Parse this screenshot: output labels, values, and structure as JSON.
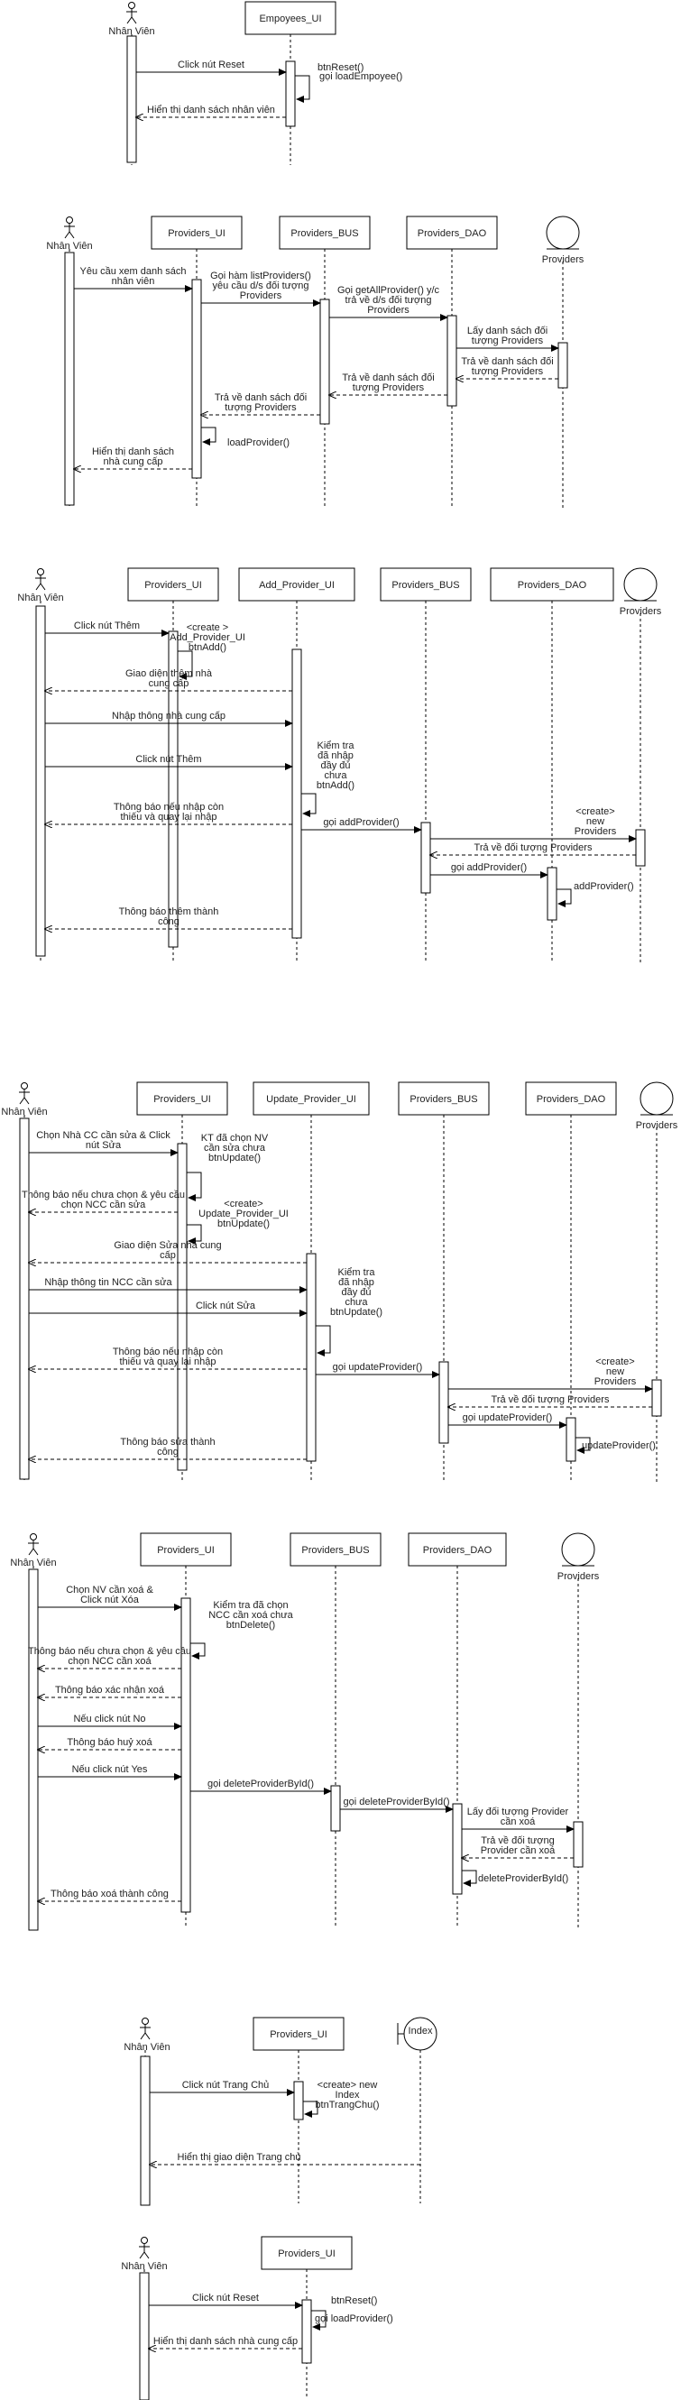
{
  "diagrams": [
    {
      "actors": [
        {
          "key": "nv",
          "label": "Nhân Viên"
        },
        {
          "key": "ui",
          "label": "Empoyees_UI"
        }
      ],
      "messages": [
        {
          "label": "Click nút Reset"
        },
        {
          "label": "btnReset()"
        },
        {
          "label": "gọi loadEmpoyee()"
        },
        {
          "label": "Hiển thị danh sách nhân viên"
        }
      ]
    },
    {
      "actors": [
        {
          "key": "nv",
          "label": "Nhân Viên"
        },
        {
          "key": "ui",
          "label": "Providers_UI"
        },
        {
          "key": "bus",
          "label": "Providers_BUS"
        },
        {
          "key": "dao",
          "label": "Providers_DAO"
        },
        {
          "key": "ent",
          "label": "Providers"
        }
      ],
      "messages": [
        {
          "label": "Yêu cầu xem danh sách nhân viên"
        },
        {
          "label": "Gọi hàm listProviders() yêu cầu d/s đối tượng Providers"
        },
        {
          "label": "Gọi  getAllProvider() y/c trả về d/s đối tượng Providers"
        },
        {
          "label": "Lấy danh sách đối tượng Providers"
        },
        {
          "label": "Trả về danh sách đối tượng Providers"
        },
        {
          "label": "Trả về danh sách đối tượng Providers"
        },
        {
          "label": "Trả về danh sách đối tượng Providers"
        },
        {
          "label": "loadProvider()"
        },
        {
          "label": "Hiển thị danh sách nhà cung cấp"
        }
      ]
    },
    {
      "actors": [
        {
          "key": "nv",
          "label": "Nhân Viên"
        },
        {
          "key": "ui",
          "label": "Providers_UI"
        },
        {
          "key": "add",
          "label": "Add_Provider_UI"
        },
        {
          "key": "bus",
          "label": "Providers_BUS"
        },
        {
          "key": "dao",
          "label": "Providers_DAO"
        },
        {
          "key": "ent",
          "label": "Providers"
        }
      ],
      "messages": [
        {
          "label": "Click nút Thêm"
        },
        {
          "label": "<create > Add_Provider_UI btnAdd()"
        },
        {
          "label": "Giao diện thêm nhà cung cấp"
        },
        {
          "label": "Nhập thông nhà cung cấp"
        },
        {
          "label": "Click nút Thêm"
        },
        {
          "label": "Kiểm tra đã nhập đầy đủ chưa btnAdd()"
        },
        {
          "label": "Thông báo nếu nhập còn thiếu và quay lại nhập"
        },
        {
          "label": "gọi addProvider()"
        },
        {
          "label": "<create> new Providers"
        },
        {
          "label": "Trả về đối tượng Providers"
        },
        {
          "label": "gọi addProvider()"
        },
        {
          "label": "addProvider()"
        },
        {
          "label": "Thông báo thêm thành công"
        }
      ]
    },
    {
      "actors": [
        {
          "key": "nv",
          "label": "Nhân Viên"
        },
        {
          "key": "ui",
          "label": "Providers_UI"
        },
        {
          "key": "upd",
          "label": "Update_Provider_UI"
        },
        {
          "key": "bus",
          "label": "Providers_BUS"
        },
        {
          "key": "dao",
          "label": "Providers_DAO"
        },
        {
          "key": "ent",
          "label": "Providers"
        }
      ],
      "messages": [
        {
          "label": "Chọn Nhà CC cần sửa & Click nút Sửa"
        },
        {
          "label": "KT đã chọn NV cần sửa chưa btnUpdate()"
        },
        {
          "label": "Thông báo nếu chưa chọn & yêu cầu chọn NCC cần sửa"
        },
        {
          "label": "<create> Update_Provider_UI btnUpdate()"
        },
        {
          "label": "Giao diện Sửa nhà cung cấp"
        },
        {
          "label": "Nhập thông tin NCC cần sửa"
        },
        {
          "label": "Click nút Sửa"
        },
        {
          "label": "Kiểm tra đã nhập đầy đủ chưa btnUpdate()"
        },
        {
          "label": "Thông báo nếu nhập còn thiếu và quay lại nhập"
        },
        {
          "label": "gọi updateProvider()"
        },
        {
          "label": "<create> new Providers"
        },
        {
          "label": "Trả về đối tượng Providers"
        },
        {
          "label": "gọi updateProvider()"
        },
        {
          "label": "updateProvider()"
        },
        {
          "label": "Thông báo sửa thành công"
        }
      ]
    },
    {
      "actors": [
        {
          "key": "nv",
          "label": "Nhân Viên"
        },
        {
          "key": "ui",
          "label": "Providers_UI"
        },
        {
          "key": "bus",
          "label": "Providers_BUS"
        },
        {
          "key": "dao",
          "label": "Providers_DAO"
        },
        {
          "key": "ent",
          "label": "Providers"
        }
      ],
      "messages": [
        {
          "label": "Chọn NV cần xoá & Click nút Xóa"
        },
        {
          "label": "Kiểm tra đã chọn NCC cần xoá chưa btnDelete()"
        },
        {
          "label": "Thông báo nếu chưa chọn & yêu cầu chọn NCC cần xoá"
        },
        {
          "label": "Thông báo xác nhận xoá"
        },
        {
          "label": "Nếu click nút No"
        },
        {
          "label": "Thông báo huỷ xoá"
        },
        {
          "label": "Nếu click nút Yes"
        },
        {
          "label": "gọi deleteProviderById()"
        },
        {
          "label": "gọi deleteProviderById()"
        },
        {
          "label": "Lấy đối tượng Provider cần xoá"
        },
        {
          "label": "Trả về đối tượng Provider cần xoá"
        },
        {
          "label": "deleteProviderById()"
        },
        {
          "label": "Thông báo xoá thành công"
        }
      ]
    },
    {
      "actors": [
        {
          "key": "nv",
          "label": "Nhân Viên"
        },
        {
          "key": "ui",
          "label": "Providers_UI"
        },
        {
          "key": "idx",
          "label": "Index"
        }
      ],
      "messages": [
        {
          "label": "Click nút Trang Chủ"
        },
        {
          "label": "<create> new Index btnTrangChu()"
        },
        {
          "label": "Hiển thị giao diện Trang chủ"
        }
      ]
    },
    {
      "actors": [
        {
          "key": "nv",
          "label": "Nhân Viên"
        },
        {
          "key": "ui",
          "label": "Providers_UI"
        }
      ],
      "messages": [
        {
          "label": "Click nút Reset"
        },
        {
          "label": "btnReset()"
        },
        {
          "label": "gọi loadProvider()"
        },
        {
          "label": "Hiển thị danh sách nhà cung cấp"
        }
      ]
    }
  ]
}
